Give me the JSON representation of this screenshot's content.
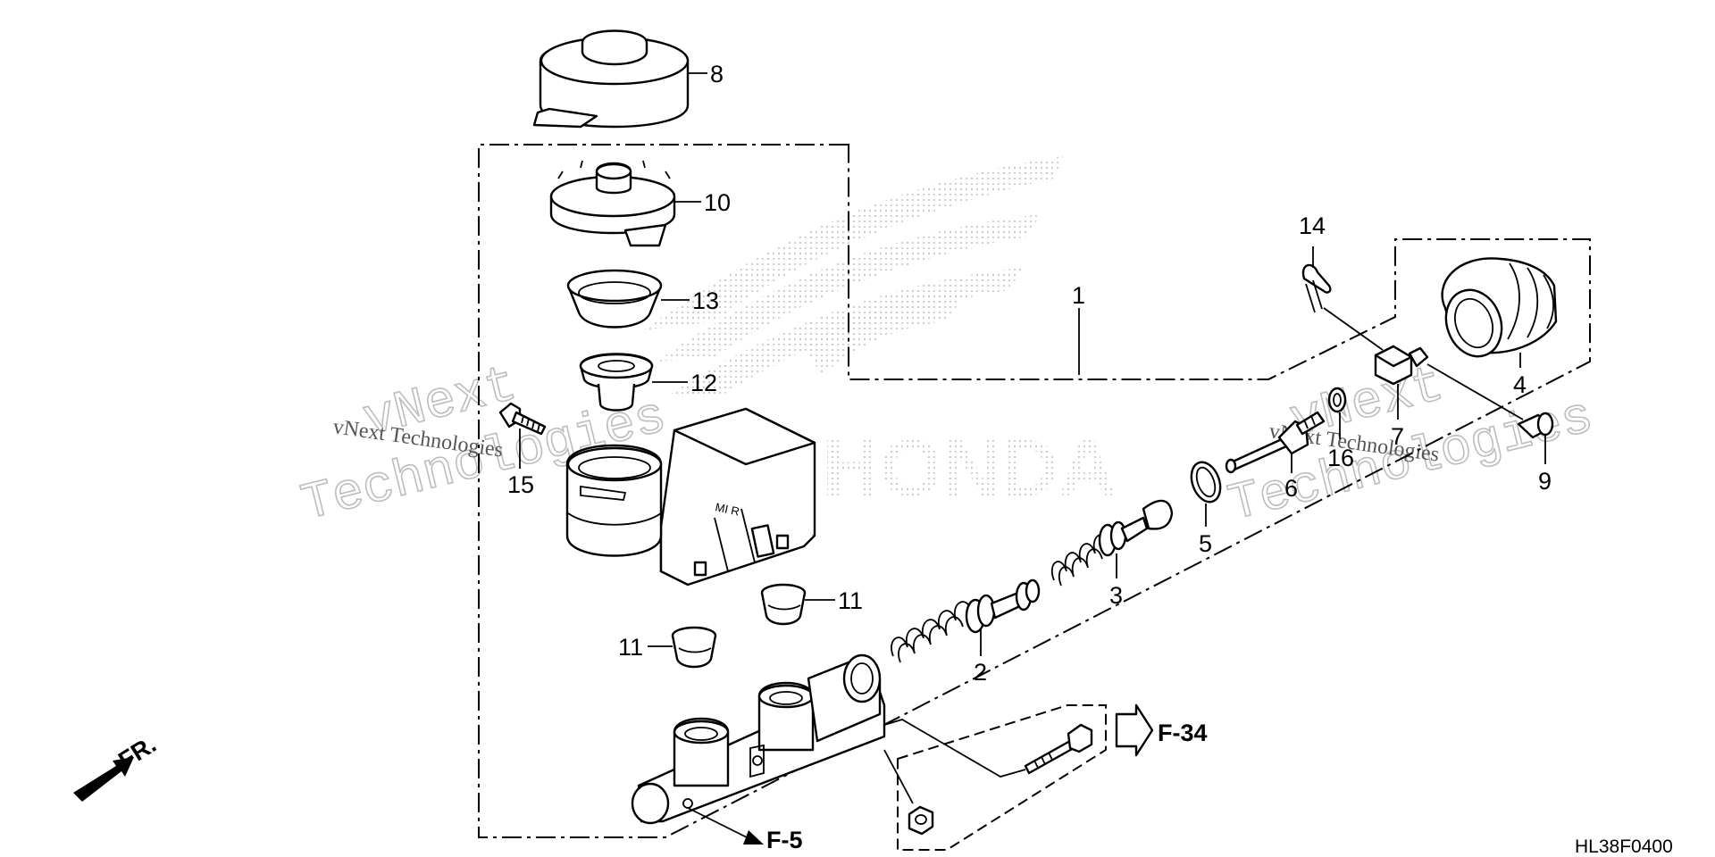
{
  "callouts": {
    "p1": "1",
    "p2": "2",
    "p3": "3",
    "p4": "4",
    "p5": "5",
    "p6": "6",
    "p7": "7",
    "p8": "8",
    "p9": "9",
    "p10": "10",
    "p11a": "11",
    "p11b": "11",
    "p12": "12",
    "p13": "13",
    "p14": "14",
    "p15": "15",
    "p16": "16"
  },
  "references": {
    "f34": "F-34",
    "f5": "F-5",
    "front": "FR."
  },
  "diagram_code": "HL38F0400",
  "watermark": {
    "line1": "vNext",
    "line2": "Technologies",
    "small": "vNext Technologies"
  },
  "reservoir_marking": "MI R",
  "background_logo": "HONDA",
  "colors": {
    "ink": "#000000",
    "watermark": "#bdbdbd",
    "logo_dots": "#cfcfcf"
  }
}
